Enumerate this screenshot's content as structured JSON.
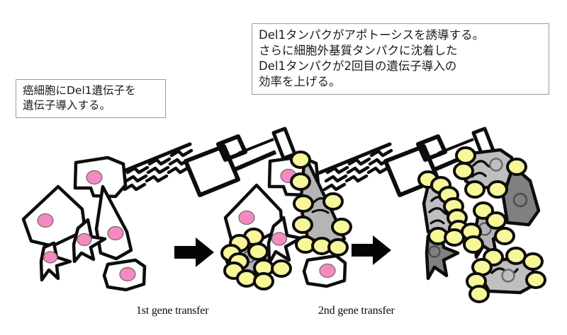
{
  "figure": {
    "title_caption": "",
    "background_color": "#ffffff",
    "ink_color": "#0d0d0d"
  },
  "callouts": {
    "left": {
      "text": "癌細胞にDel1遺伝子を\n遺伝子導入する。",
      "border_color": "#9a9a9a"
    },
    "right": {
      "text": "Del1タンパクがアポトーシスを誘導する。\nさらに細胞外基質タンパクに沈着した\nDel1タンパクが2回目の遺伝子導入の\n効率を上げる。",
      "border_color": "#9a9a9a"
    }
  },
  "panels": [
    {
      "id": "panel-1",
      "label": "",
      "state": "untransfected",
      "cell_count": 6,
      "cell_fill": "#ffffff",
      "nucleus_color": "#f589c0",
      "protein_count": 0
    },
    {
      "id": "panel-2",
      "label": "1st gene transfer",
      "state": "partially-apoptotic",
      "cell_count": 6,
      "cell_fill": "#ffffff",
      "apoptotic_fill": "#b5b5b5",
      "nucleus_color": "#f589c0",
      "protein_count": 20
    },
    {
      "id": "panel-3",
      "label": "2nd gene transfer",
      "state": "apoptotic",
      "cell_count": 6,
      "cell_fill": "#bfbfbf",
      "dark_cell_fill": "#808080",
      "nucleus_color": "#b0b0b0",
      "protein_count": 30
    }
  ],
  "labels": {
    "first_transfer": "1st gene transfer",
    "second_transfer": "2nd gene transfer"
  },
  "legend_colors": {
    "nucleus_pink": "#f589c0",
    "del1_protein_yellow": "#f7f79a",
    "apoptotic_gray": "#b5b5b5",
    "dark_gray_cell": "#808080",
    "light_gray_cell": "#bfbfbf",
    "outline_black": "#0d0d0d"
  },
  "icons": {
    "syringe": "syringe-icon",
    "wave": "injection-wave-icon",
    "arrow": "right-arrow-icon",
    "nucleus": "nucleus-icon",
    "protein": "del1-protein-icon"
  }
}
